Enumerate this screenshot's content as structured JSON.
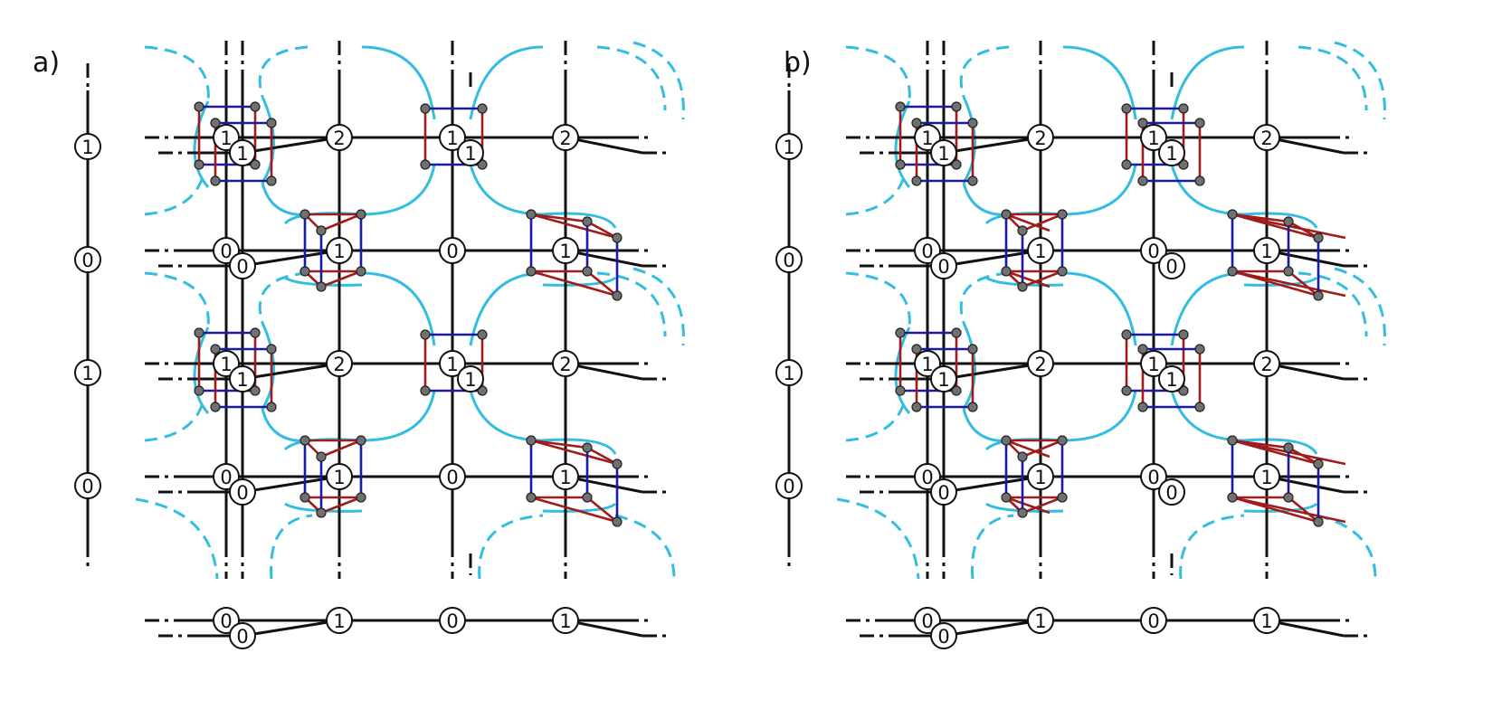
{
  "figure": {
    "panels": [
      {
        "label": "a)",
        "red_links": "single",
        "chain_labels": [
          "1",
          "0",
          "1",
          "0"
        ],
        "row_labels": [
          [
            "1",
            "2",
            "1",
            "2"
          ],
          [
            "0",
            "1",
            "0",
            "1"
          ],
          [
            "1",
            "2",
            "1",
            "2"
          ],
          [
            "0",
            "1",
            "0",
            "1"
          ]
        ],
        "offset_labels": [
          [
            "1",
            "1"
          ],
          [
            "0"
          ],
          [
            "1",
            "1"
          ],
          [
            "0"
          ]
        ],
        "bottom_labels": [
          "0",
          "1",
          "0",
          "1"
        ],
        "bottom_offset_label": "0"
      },
      {
        "label": "b)",
        "red_links": "crossed",
        "chain_labels": [
          "1",
          "0",
          "1",
          "0"
        ],
        "row_labels": [
          [
            "1",
            "2",
            "1",
            "2"
          ],
          [
            "0",
            "1",
            "0",
            "1"
          ],
          [
            "1",
            "2",
            "1",
            "2"
          ],
          [
            "0",
            "1",
            "0",
            "1"
          ]
        ],
        "offset_labels": [
          [
            "1",
            "1"
          ],
          [
            "0",
            "0"
          ],
          [
            "1",
            "1"
          ],
          [
            "0",
            "0"
          ]
        ],
        "bottom_labels": [
          "0",
          "1",
          "0",
          "1"
        ],
        "bottom_offset_label": "0"
      }
    ],
    "colors": {
      "lattice": "#111111",
      "hopping_curves": "#33bde0",
      "red_bonds": "#a01c1c",
      "blue_bonds": "#1a1aa6",
      "site_dots": "#707070",
      "node_fill": "#ffffff"
    }
  }
}
